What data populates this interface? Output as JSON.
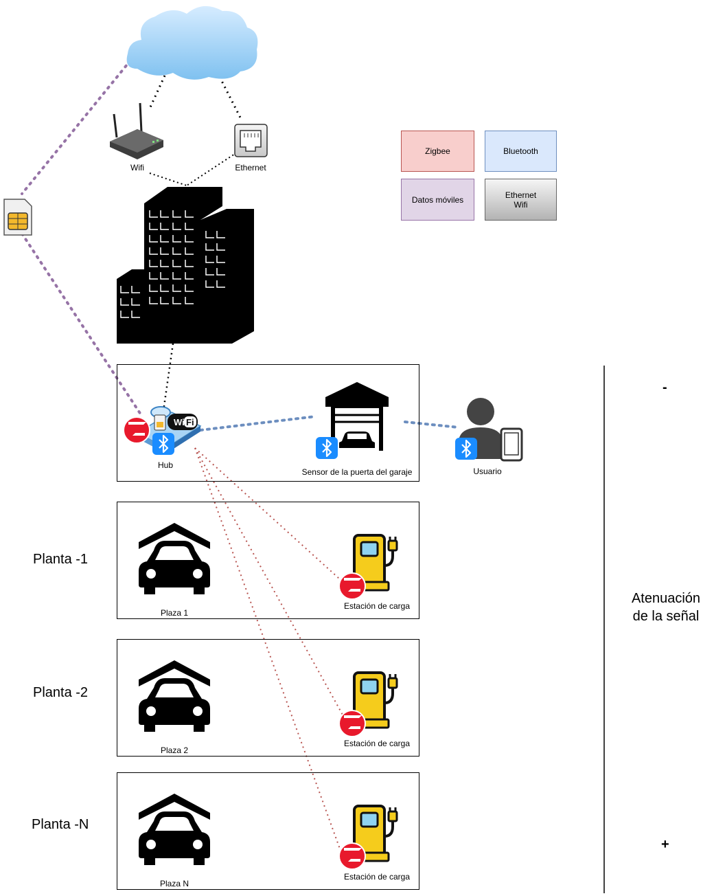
{
  "labels": {
    "wifi_router": "Wifi",
    "ethernet_port": "Ethernet",
    "hub": "Hub",
    "garage_sensor": "Sensor de la puerta del garaje",
    "user": "Usuario"
  },
  "legend": {
    "zigbee": "Zigbee",
    "bluetooth": "Bluetooth",
    "mobile_data": "Datos móviles",
    "ethernet_line1": "Ethernet",
    "ethernet_line2": "Wifi"
  },
  "floors": [
    {
      "name": "Planta -1",
      "spot": "Plaza 1",
      "station": "Estación de carga"
    },
    {
      "name": "Planta -2",
      "spot": "Plaza 2",
      "station": "Estación de carga"
    },
    {
      "name": "Planta -N",
      "spot": "Plaza N",
      "station": "Estación de carga"
    }
  ],
  "attenuation": {
    "line1": "Atenuación",
    "line2": "de la señal",
    "minus": "-",
    "plus": "+"
  },
  "colors": {
    "zigbee": "#f8cecc",
    "bluetooth": "#dae8fc",
    "mobile_data": "#e1d5e7",
    "ethernet_wifi": "#e6e6e6",
    "zigbee_line": "#b85450",
    "bluetooth_line": "#6c8ebf",
    "mobile_line": "#9673a6",
    "charger_yellow": "#f5cc1c"
  }
}
